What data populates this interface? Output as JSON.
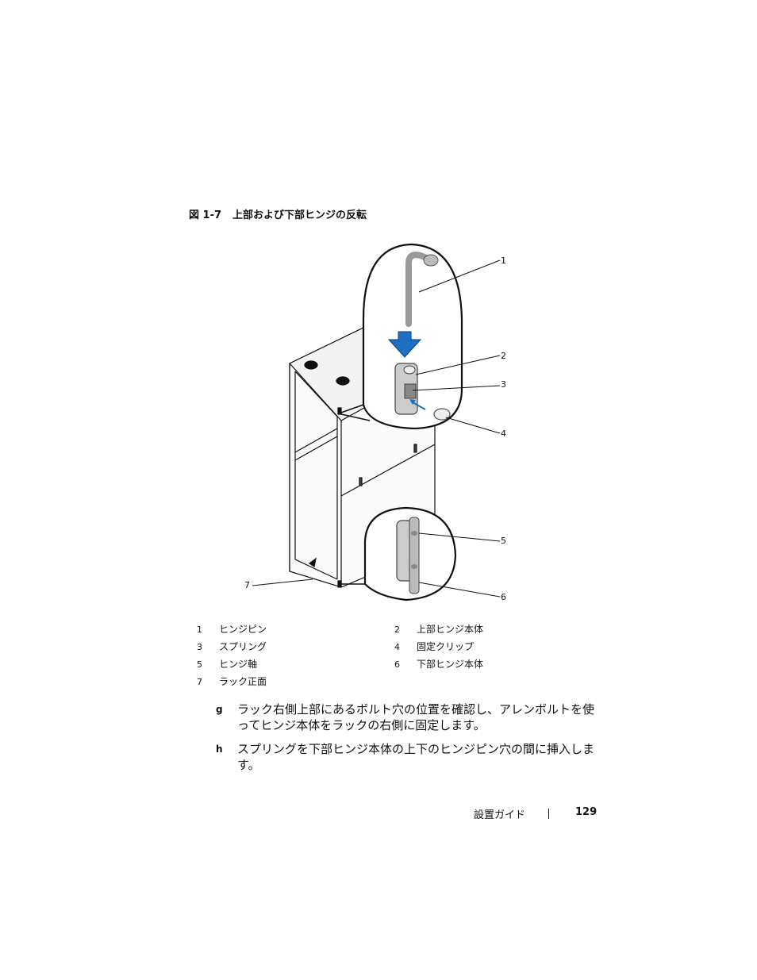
{
  "figure": {
    "number": "図 1-7",
    "title": "上部および下部ヒンジの反転",
    "callouts": [
      "1",
      "2",
      "3",
      "4",
      "5",
      "6",
      "7"
    ]
  },
  "legend": [
    {
      "num": "1",
      "label": "ヒンジピン"
    },
    {
      "num": "2",
      "label": "上部ヒンジ本体"
    },
    {
      "num": "3",
      "label": "スプリング"
    },
    {
      "num": "4",
      "label": "固定クリップ"
    },
    {
      "num": "5",
      "label": "ヒンジ軸"
    },
    {
      "num": "6",
      "label": "下部ヒンジ本体"
    },
    {
      "num": "7",
      "label": "ラック正面"
    }
  ],
  "steps": [
    {
      "letter": "g",
      "text": "ラック右側上部にあるボルト穴の位置を確認し、アレンボルトを使ってヒンジ本体をラックの右側に固定します。"
    },
    {
      "letter": "h",
      "text": "スプリングを下部ヒンジ本体の上下のヒンジピン穴の間に挿入します。"
    }
  ],
  "footer": {
    "section": "設置ガイド",
    "page": "129"
  }
}
